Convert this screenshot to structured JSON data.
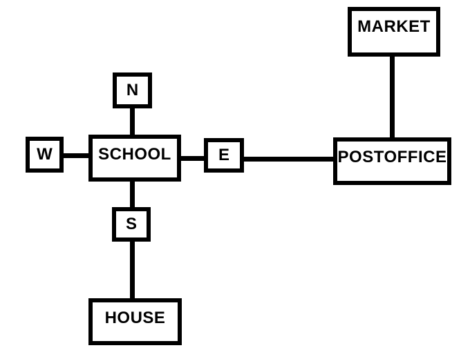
{
  "diagram": {
    "type": "node-link-map",
    "colors": {
      "stroke": "#000000",
      "background": "#ffffff",
      "text": "#000000"
    },
    "nodes": {
      "market": {
        "label": "MARKET"
      },
      "postoffice": {
        "label": "POSTOFFICE"
      },
      "school": {
        "label": "SCHOOL"
      },
      "house": {
        "label": "HOUSE"
      },
      "north": {
        "label": "N"
      },
      "east": {
        "label": "E"
      },
      "south": {
        "label": "S"
      },
      "west": {
        "label": "W"
      }
    },
    "edges": [
      {
        "from": "market",
        "to": "postoffice",
        "orientation": "vertical"
      },
      {
        "from": "east",
        "to": "postoffice",
        "orientation": "horizontal"
      },
      {
        "from": "school",
        "to": "east",
        "orientation": "horizontal"
      },
      {
        "from": "west",
        "to": "school",
        "orientation": "horizontal"
      },
      {
        "from": "north",
        "to": "school",
        "orientation": "vertical"
      },
      {
        "from": "school",
        "to": "south",
        "orientation": "vertical"
      },
      {
        "from": "south",
        "to": "house",
        "orientation": "vertical"
      }
    ]
  }
}
